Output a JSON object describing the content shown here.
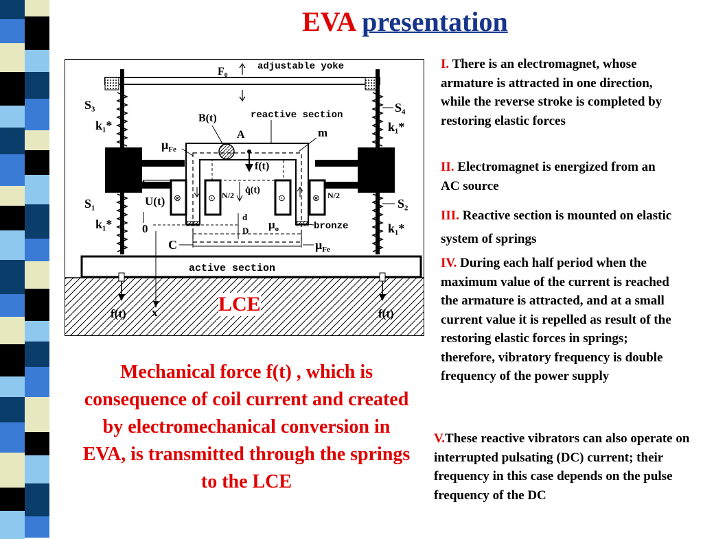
{
  "title": {
    "part1": "EVA",
    "part2": "presentation"
  },
  "colors": {
    "title_red": "#e00000",
    "title_blue": "#16348a",
    "caption": "#e00000",
    "strip_dark": "#0b3d6b",
    "strip_mid": "#3a7bd5",
    "strip_light": "#e8e8c0"
  },
  "diagram": {
    "labels": {
      "f0": "F₀",
      "yoke": "adjustable yoke",
      "s3": "S₃",
      "s4": "S₄",
      "s1": "S₁",
      "s2": "S₂",
      "k_left_top": "k₁*",
      "k_right_top": "k₁*",
      "k_left_bottom": "k₁*",
      "k_right_bottom": "k₁*",
      "b_t": "B(t)",
      "reactive": "reactive section",
      "a": "A",
      "m": "m",
      "mu_fe_top": "μ",
      "mu_fe_top_sub": "Fe",
      "f_t": "f(t)",
      "q_t": "q̇(t)",
      "n2_left": "N/2",
      "n2_right": "N/2",
      "u_t": "U(t)",
      "zero": "0",
      "d_small": "d",
      "d_big": "D",
      "mu_o": "μ",
      "mu_o_sub": "o",
      "bronze": "bronze",
      "c": "C",
      "mu_fe_bottom": "μ",
      "mu_fe_bottom_sub": "Fe",
      "active": "active    section",
      "f_left": "f(t)",
      "x": "x",
      "f_right": "f(t)"
    }
  },
  "lce_label": "LCE",
  "caption": "Mechanical force f(t) , which is consequence of coil current and created by electromechanical conversion in EVA, is transmitted through the springs to the LCE",
  "points": [
    {
      "num": "I.",
      "text": "There is an electromagnet, whose armature is attracted in one direction, while the reverse stroke is completed by restoring elastic forces"
    },
    {
      "num": "II.",
      "text": "Electromagnet is energized from an AC source"
    },
    {
      "num": "III.",
      "text": "Reactive section is mounted on elastic system of springs"
    },
    {
      "num": "IV.",
      "text": "During each half period when the maximum value of the current is reached the armature is attracted, and at a small current value it is repelled as result of the restoring elastic forces in springs; therefore, vibratory frequency is double frequency of the power supply"
    },
    {
      "num": "V.",
      "text": "These reactive vibrators can also operate on interrupted pulsating (DC) current; their frequency in this case depends on the pulse frequency of the DC"
    }
  ]
}
